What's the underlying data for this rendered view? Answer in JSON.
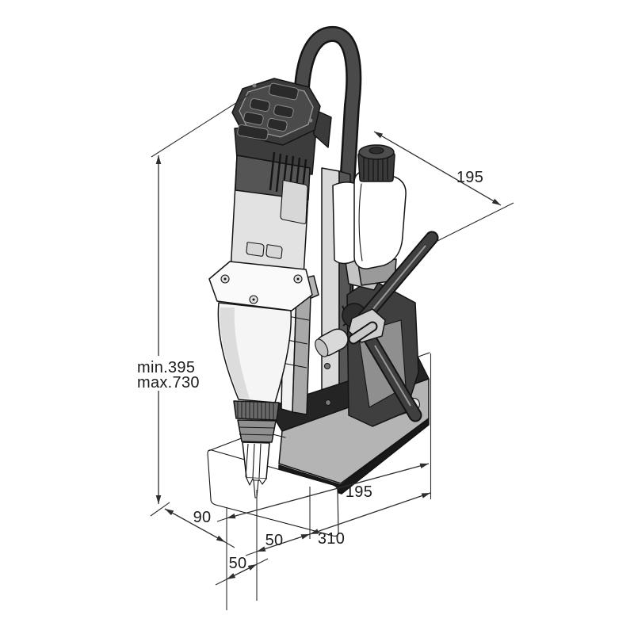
{
  "drawing": {
    "title": "magnetic-core-drill-dimensional-drawing",
    "labels": {
      "height_min": "min.395",
      "height_max": "max.730",
      "depth_top": "195",
      "base_depth": "195",
      "front_width": "90",
      "offset_upper": "50",
      "offset_lower": "50",
      "base_length": "310"
    }
  }
}
